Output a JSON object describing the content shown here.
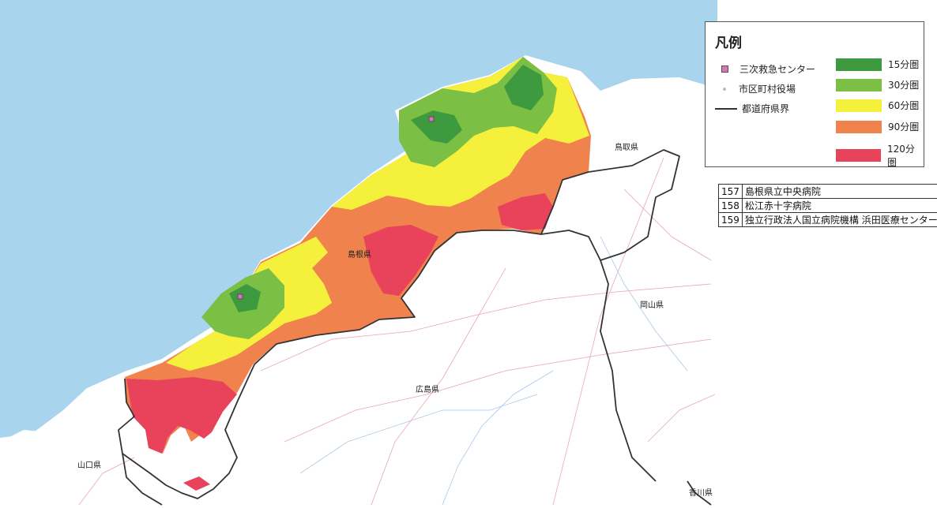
{
  "legend": {
    "title": "凡例",
    "symbols": [
      {
        "label": "三次救急センター",
        "icon": "square-marker-icon",
        "color": "#c77fb1"
      },
      {
        "label": "市区町村役場",
        "icon": "dot-marker-icon",
        "color": "#bbbbbb"
      },
      {
        "label": "都道府県界",
        "icon": "line-icon",
        "color": "#333333"
      }
    ],
    "zones": [
      {
        "label": "15分圏",
        "color": "#3d9a3f"
      },
      {
        "label": "30分圏",
        "color": "#7cbf45"
      },
      {
        "label": "60分圏",
        "color": "#f5f03c"
      },
      {
        "label": "90分圏",
        "color": "#f0824e"
      },
      {
        "label": "120分圏",
        "color": "#e8435a"
      }
    ]
  },
  "hospitals": [
    {
      "id": "157",
      "name": "島根県立中央病院"
    },
    {
      "id": "158",
      "name": "松江赤十字病院"
    },
    {
      "id": "159",
      "name": "独立行政法人国立病院機構 浜田医療センター"
    }
  ],
  "prefectures": {
    "shimane": "島根県",
    "tottori": "鳥取県",
    "okayama": "岡山県",
    "hiroshima": "広島県",
    "yamaguchi": "山口県",
    "kagawa": "香川県"
  },
  "colors": {
    "sea": "#a8d4ee",
    "land": "#ffffff",
    "border": "#333333",
    "road": "#e6a6b8",
    "river": "#a9c8ea"
  }
}
